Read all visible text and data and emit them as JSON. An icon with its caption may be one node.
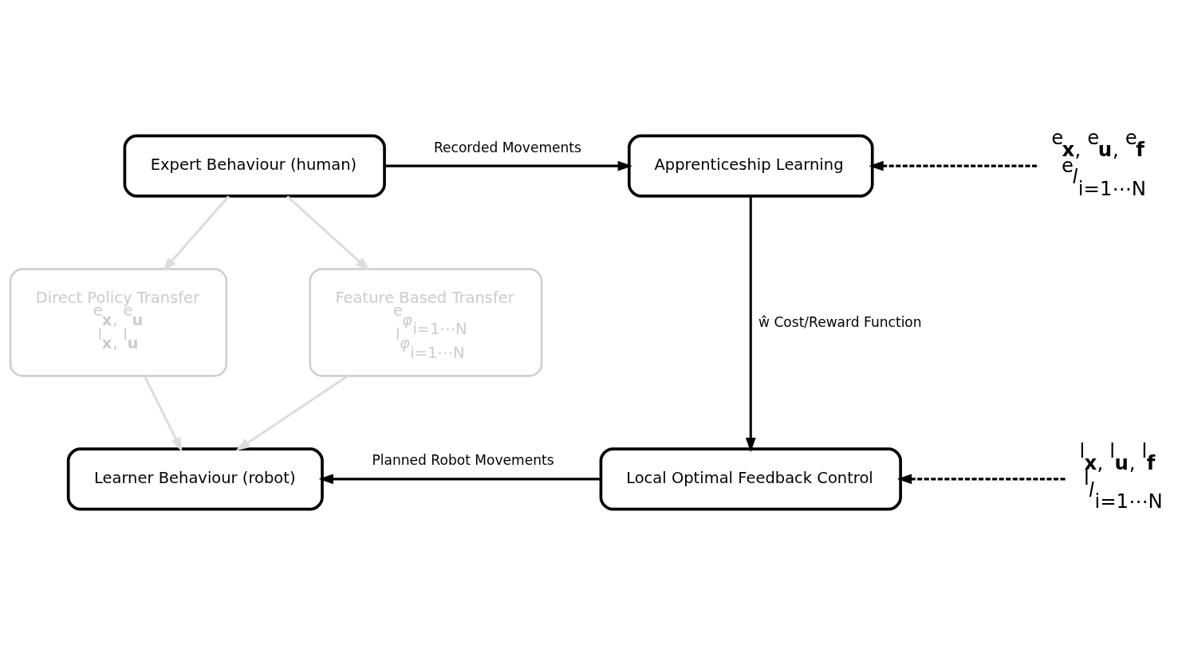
{
  "diagram": {
    "nodes": [
      {
        "text": [
          "Expert Behaviour (human)"
        ]
      },
      {
        "text": [
          "Apprenticeship Learning"
        ]
      },
      {
        "text": [
          "Direct Policy Transfer",
          "$^{e}$**x**, $^{e}$**u**",
          "$^{l}$**x**, $^{l}$**u**"
        ]
      },
      {
        "text": [
          "Feature Based Transfer",
          "$^{e}$*φ*$_{i=1⋯N}$",
          "$^{l}$*φ*$_{i=1⋯N}$"
        ]
      },
      {
        "text": [
          "Learner Behaviour (robot)"
        ]
      },
      {
        "text": [
          "Local Optimal Feedback Control"
        ]
      },
      {
        "text": [
          "$^{e}$**x**, $^{e}$**u**, $^{e}$**f**",
          "$^{e}$*l*$_{i=1⋯N}$"
        ]
      },
      {
        "text": [
          "$^{l}$**x**, $^{l}$**u**, $^{l}$**f**",
          "$^{l}$*l*$_{i=1⋯N}$"
        ]
      }
    ],
    "edges": [
      {
        "from": 0,
        "to": 1,
        "arrow": "to",
        "label": "Recorded Movements"
      },
      {
        "from": 6,
        "to": 1,
        "arrow": "to",
        "style": "dashed"
      },
      {
        "from": 1,
        "to": 5,
        "arrow": "to",
        "label": "ŵ Cost/Reward Function"
      },
      {
        "from": 0,
        "to": 2,
        "arrow": "to",
        "color": "#dddddd"
      },
      {
        "from": 0,
        "to": 3,
        "arrow": "to",
        "color": "#dddddd"
      },
      {
        "from": 2,
        "to": 4,
        "arrow": "to",
        "color": "#dddddd"
      },
      {
        "from": 3,
        "to": 4,
        "arrow": "to",
        "color": "#dddddd"
      },
      {
        "from": 7,
        "to": 5,
        "arrow": "to",
        "style": "dashed"
      },
      {
        "from": 5,
        "to": 4,
        "arrow": "to",
        "label": "Planned Robot Movements"
      }
    ]
  }
}
